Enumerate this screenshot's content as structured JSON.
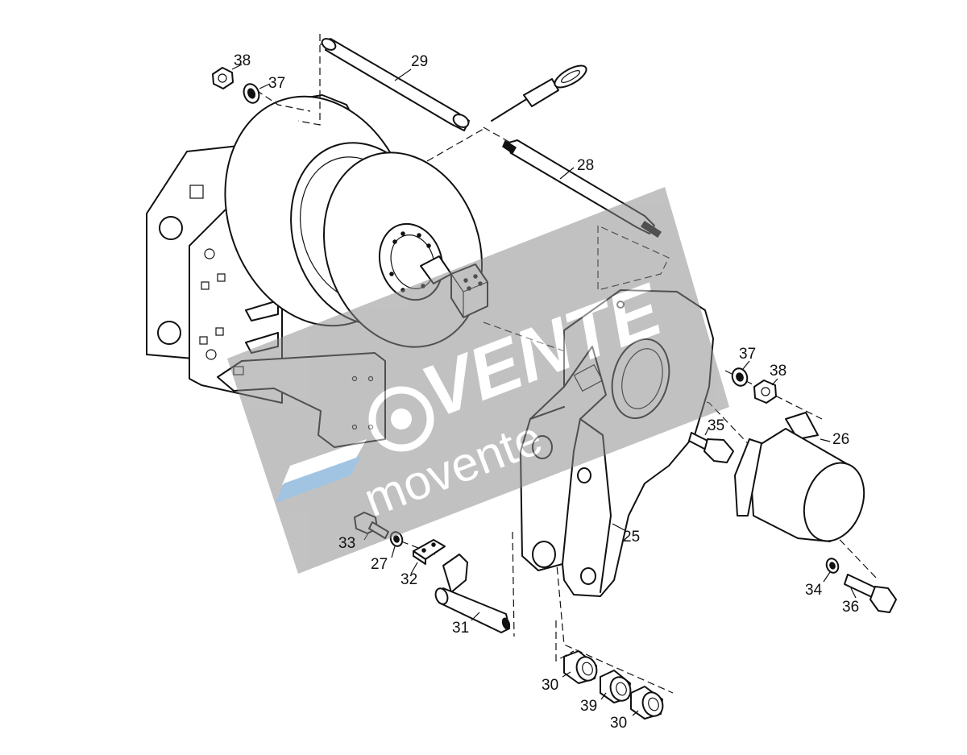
{
  "watermark": {
    "brand": "VENTE",
    "sub": "movente"
  },
  "part_labels": {
    "p38a": "38",
    "p37a": "37",
    "p29": "29",
    "p28": "28",
    "p37b": "37",
    "p38b": "38",
    "p35": "35",
    "p26": "26",
    "p25": "25",
    "p33": "33",
    "p27": "27",
    "p32": "32",
    "p31": "31",
    "p34": "34",
    "p36": "36",
    "p30a": "30",
    "p39": "39",
    "p30b": "30"
  }
}
